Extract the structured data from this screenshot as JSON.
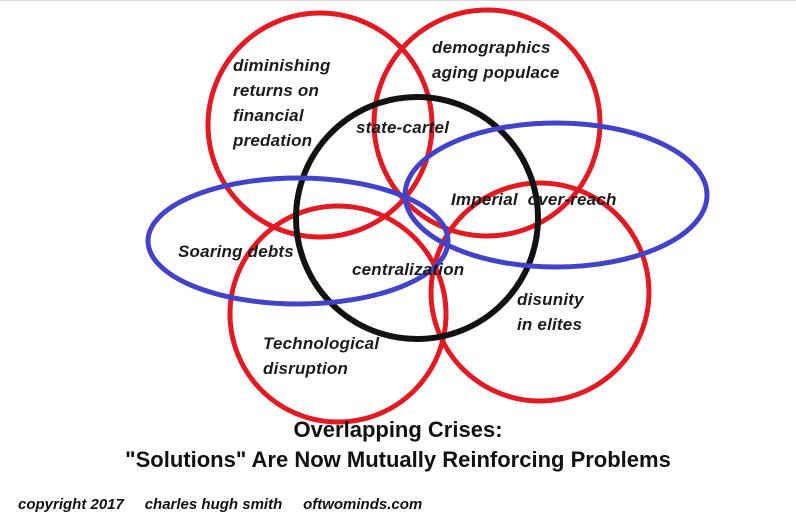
{
  "colors": {
    "red": "#e01b24",
    "black": "#121212",
    "blue": "#4343c8",
    "text": "#1c1c1c"
  },
  "diagram": {
    "labels": {
      "diminishing": "diminishing\nreturns on\nfinancial\npredation",
      "demographics": "demographics\naging populace",
      "state_cartel": "state-cartel",
      "imperial": "Imperial  over-reach",
      "soaring": "Soaring debts",
      "centralization": "centralization",
      "disunity": "disunity\nin elites",
      "tech": "Technological\ndisruption"
    }
  },
  "title": {
    "line1": "Overlapping Crises:",
    "line2": "\"Solutions\" Are Now Mutually Reinforcing Problems"
  },
  "footer": {
    "copyright": "copyright 2017     charles hugh smith     oftwominds.com"
  }
}
